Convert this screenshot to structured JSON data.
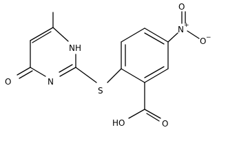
{
  "molecule": {
    "atom_labels": {
      "o_ring": "O",
      "nh": "NH",
      "n_ring": "N",
      "s": "S",
      "n_nitro": "N",
      "n_plus": "+",
      "o_nitro_top": "O",
      "o_nitro_right": "O",
      "o_minus": "−",
      "cooh": "HO",
      "o_carbonyl": "O"
    },
    "colors": {
      "bond": "#000000",
      "label": "#000000",
      "background": "#ffffff"
    }
  }
}
